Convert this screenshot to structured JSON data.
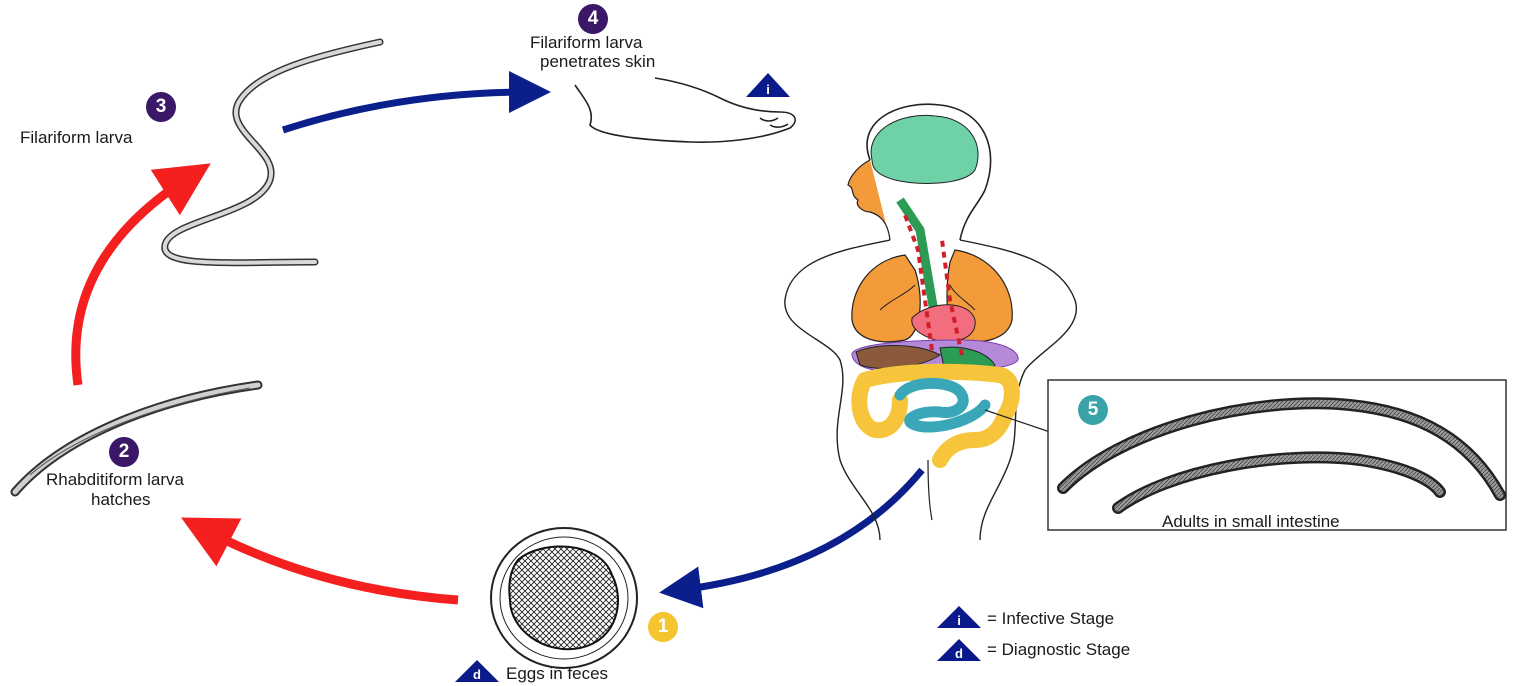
{
  "colors": {
    "stage_purple": "#3b1768",
    "stage_yellow": "#f4c52f",
    "stage_teal": "#3aa3a8",
    "arrow_red": "#f3201f",
    "arrow_blue": "#0b1f8c",
    "triangle_blue": "#0b1a8a",
    "lung_orange": "#f39a3a",
    "brain_green": "#6fd1a6",
    "heart_pink": "#f26d7d",
    "intestine_teal": "#3aa7b8",
    "colon_yellow": "#f7c53b",
    "liver_brown": "#8b5a3c",
    "stomach_green": "#2c9c55"
  },
  "stages": [
    {
      "number": "1",
      "label": "Eggs in feces",
      "marker": "d"
    },
    {
      "number": "2",
      "label_line1": "Rhabditiform larva",
      "label_line2": "hatches"
    },
    {
      "number": "3",
      "label": "Filariform larva"
    },
    {
      "number": "4",
      "label_line1": "Filariform larva",
      "label_line2": "penetrates skin",
      "marker": "i"
    },
    {
      "number": "5",
      "label": "Adults in small intestine"
    }
  ],
  "legend": {
    "infective_marker": "i",
    "infective_text": "= Infective Stage",
    "diagnostic_marker": "d",
    "diagnostic_text": "= Diagnostic Stage"
  },
  "icons": [
    "egg-icon",
    "larva-icon",
    "foot-icon",
    "human-body-icon",
    "adult-worm-icon"
  ]
}
